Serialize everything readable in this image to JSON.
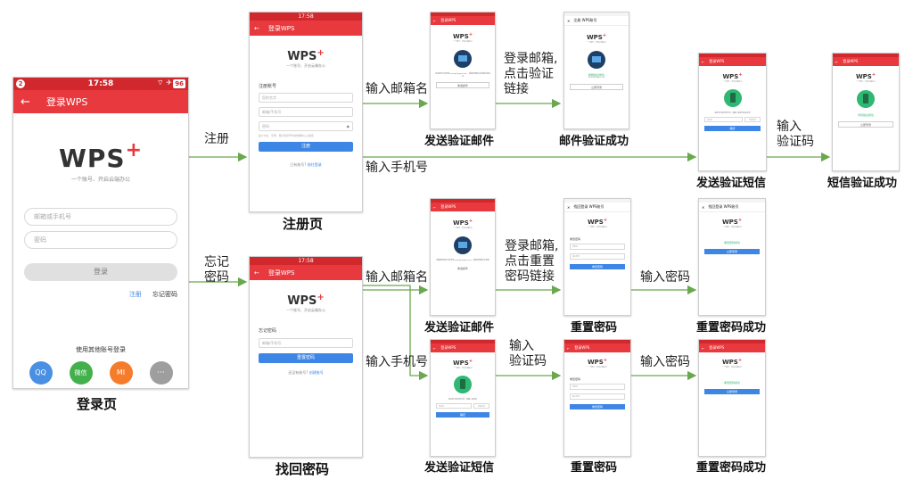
{
  "login": {
    "status_badge": "2",
    "time": "17:58",
    "battery": "96",
    "title": "登录WPS",
    "logo": "WPS",
    "tagline": "一个账号、开启云端办公",
    "account_placeholder": "邮箱或手机号",
    "password_placeholder": "密码",
    "login_button": "登录",
    "register_link": "注册",
    "forgot_link": "忘记密码",
    "other_login": "使用其他账号登录",
    "social": [
      "QQ",
      "微信",
      "MI",
      "···"
    ],
    "caption": "登录页"
  },
  "register": {
    "time": "17:58",
    "title": "登录WPS",
    "logo": "WPS",
    "tagline": "一个账号、开启云端办公",
    "section": "注册账号",
    "name_placeholder": "您的名字",
    "account_placeholder": "邮箱/手机号",
    "password_placeholder": "密码",
    "hint": "最少6位、字母、数字和符号中的两种以上组合",
    "register_button": "注册",
    "has_account": "已有账号?",
    "go_login": "前往登录",
    "caption": "注册页"
  },
  "forgot": {
    "time": "17:58",
    "title": "登录WPS",
    "logo": "WPS",
    "tagline": "一个账号、开启云端办公",
    "section": "忘记密码",
    "account_placeholder": "邮箱/手机号",
    "reset_button": "重置密码",
    "no_account": "还没有账号?",
    "create": "创建账号",
    "caption": "找回密码"
  },
  "screens": {
    "send_email_1": {
      "title": "登录WPS",
      "logo": "WPS",
      "tagline": "一个账号、开启云端办公",
      "msg": "验证邮件已发送至example@wps.com，请登录邮箱点击链接完成验证",
      "button": "重发邮件",
      "caption": "发送验证邮件"
    },
    "email_success": {
      "title": "注册 WPS账号",
      "logo": "WPS",
      "tagline": "一个账号、开启云端办公",
      "msg": "邮箱验证成功",
      "sub": "example@wps.com",
      "button": "立即登录",
      "caption": "邮件验证成功"
    },
    "send_sms_1": {
      "title": "登录WPS",
      "logo": "WPS",
      "tagline": "一个账号、开启云端办公",
      "msg": "验证码已发送至手机，请输入验证码完成注册",
      "code_placeholder": "验证码",
      "resend": "重新发送",
      "button": "确定",
      "caption": "发送验证短信"
    },
    "sms_success": {
      "title": "登录WPS",
      "logo": "WPS",
      "tagline": "一个账号、开启云端办公",
      "msg": "手机验证成功",
      "button": "立即登录",
      "caption": "短信验证成功"
    },
    "send_email_2": {
      "title": "登录WPS",
      "logo": "WPS",
      "tagline": "一个账号、开启云端办公",
      "msg": "重置密码邮件已发送至example@wps.com，请登录邮箱点击链接",
      "button": "重发邮件",
      "caption": "发送验证邮件"
    },
    "reset_1": {
      "title": "找回登录 WPS账号",
      "logo": "WPS",
      "tagline": "一个账号、开启云端办公",
      "section": "重置密码",
      "p1": "新密码",
      "p2": "确认密码",
      "button": "重置密码",
      "caption": "重置密码"
    },
    "reset_success_1": {
      "title": "找回登录 WPS账号",
      "logo": "WPS",
      "tagline": "一个账号、开启云端办公",
      "msg": "重置密码成功",
      "button": "立即登录",
      "caption": "重置密码成功"
    },
    "send_sms_2": {
      "title": "登录WPS",
      "logo": "WPS",
      "tagline": "一个账号、开启云端办公",
      "msg": "验证码已发送至手机，请输入验证码",
      "code_placeholder": "验证码",
      "resend": "重新发送",
      "button": "确定",
      "caption": "发送验证短信"
    },
    "reset_2": {
      "title": "登录WPS",
      "logo": "WPS",
      "tagline": "一个账号、开启云端办公",
      "section": "重置密码",
      "p1": "新密码",
      "p2": "确认密码",
      "button": "重置密码",
      "caption": "重置密码"
    },
    "reset_success_2": {
      "title": "登录WPS",
      "logo": "WPS",
      "tagline": "一个账号、开启云端办公",
      "msg": "重置密码成功",
      "button": "立即登录",
      "caption": "重置密码成功"
    }
  },
  "edge_labels": {
    "register": "注册",
    "forgot": "忘记\n密码",
    "input_email_1": "输入邮箱名",
    "input_phone_1": "输入手机号",
    "login_email_verify": "登录邮箱,\n点击验证\n链接",
    "input_code_1": "输入\n验证码",
    "input_email_2": "输入邮箱名",
    "login_email_reset": "登录邮箱,\n点击重置\n密码链接",
    "input_password_1": "输入密码",
    "input_phone_2": "输入手机号",
    "input_code_2": "输入\n验证码",
    "input_password_2": "输入密码"
  },
  "colors": {
    "brand_red": "#e8393e",
    "status_red": "#d0282d",
    "blue": "#3d86e6",
    "arrow_green": "#6aa84f",
    "icon_navy": "#1e3f66",
    "icon_green": "#2eb872"
  }
}
